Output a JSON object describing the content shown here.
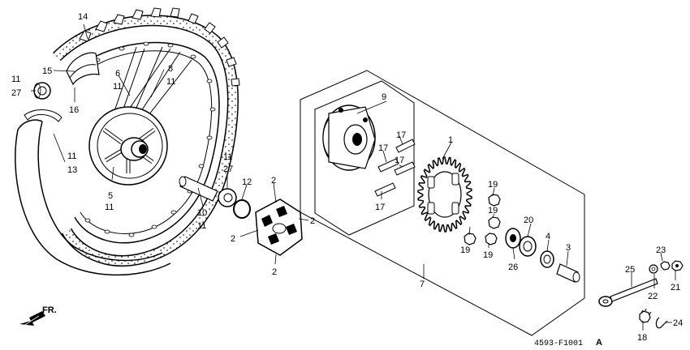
{
  "diagram": {
    "front_indicator": "FR.",
    "drawing_code": "4593-F1001",
    "drawing_suffix": "A",
    "callouts": [
      {
        "id": "c14",
        "text": "14"
      },
      {
        "id": "c15",
        "text": "15"
      },
      {
        "id": "c11a",
        "text": "11"
      },
      {
        "id": "c27a",
        "text": "27"
      },
      {
        "id": "c6",
        "text": "6"
      },
      {
        "id": "c11b",
        "text": "11"
      },
      {
        "id": "c8",
        "text": "8"
      },
      {
        "id": "c11c",
        "text": "11"
      },
      {
        "id": "c16",
        "text": "16"
      },
      {
        "id": "c11d",
        "text": "11"
      },
      {
        "id": "c13",
        "text": "13"
      },
      {
        "id": "c5",
        "text": "5"
      },
      {
        "id": "c11e",
        "text": "11"
      },
      {
        "id": "c11f",
        "text": "11"
      },
      {
        "id": "c27b",
        "text": "27"
      },
      {
        "id": "c12",
        "text": "12"
      },
      {
        "id": "c10",
        "text": "10"
      },
      {
        "id": "c11g",
        "text": "11"
      },
      {
        "id": "c2a",
        "text": "2"
      },
      {
        "id": "c2b",
        "text": "2"
      },
      {
        "id": "c2c",
        "text": "2"
      },
      {
        "id": "c2d",
        "text": "2"
      },
      {
        "id": "c9",
        "text": "9"
      },
      {
        "id": "c17a",
        "text": "17"
      },
      {
        "id": "c17b",
        "text": "17"
      },
      {
        "id": "c17c",
        "text": "17"
      },
      {
        "id": "c17d",
        "text": "17"
      },
      {
        "id": "c1",
        "text": "1"
      },
      {
        "id": "c19a",
        "text": "19"
      },
      {
        "id": "c19b",
        "text": "19"
      },
      {
        "id": "c19c",
        "text": "19"
      },
      {
        "id": "c19d",
        "text": "19"
      },
      {
        "id": "c20",
        "text": "20"
      },
      {
        "id": "c26",
        "text": "26"
      },
      {
        "id": "c4",
        "text": "4"
      },
      {
        "id": "c3",
        "text": "3"
      },
      {
        "id": "c7",
        "text": "7"
      },
      {
        "id": "c23",
        "text": "23"
      },
      {
        "id": "c25",
        "text": "25"
      },
      {
        "id": "c22",
        "text": "22"
      },
      {
        "id": "c21",
        "text": "21"
      },
      {
        "id": "c18",
        "text": "18"
      },
      {
        "id": "c24",
        "text": "24"
      }
    ]
  }
}
